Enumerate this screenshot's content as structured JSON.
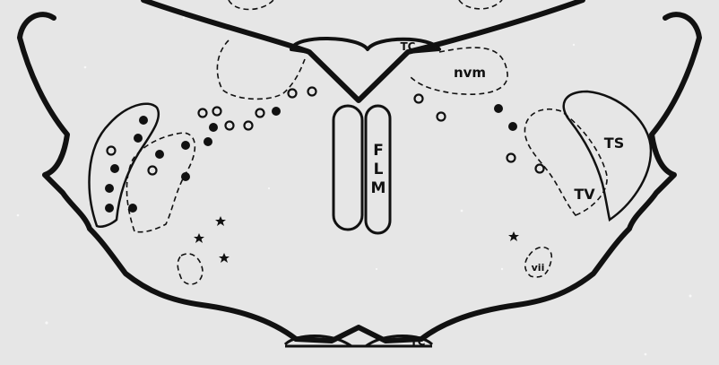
{
  "labels": {
    "tc_top": "TC",
    "tc_bottom": "TC",
    "nvm": "nvm",
    "flm_f": "F",
    "flm_l": "L",
    "flm_m": "M",
    "ts": "TS",
    "tv": "TV",
    "vii": "vii"
  },
  "colors": {
    "background": "#e6e6e6",
    "ink": "#111111"
  },
  "markers": {
    "open_circle": "open-circle-marker",
    "filled_circle": "filled-circle-marker",
    "star": "star-marker"
  }
}
